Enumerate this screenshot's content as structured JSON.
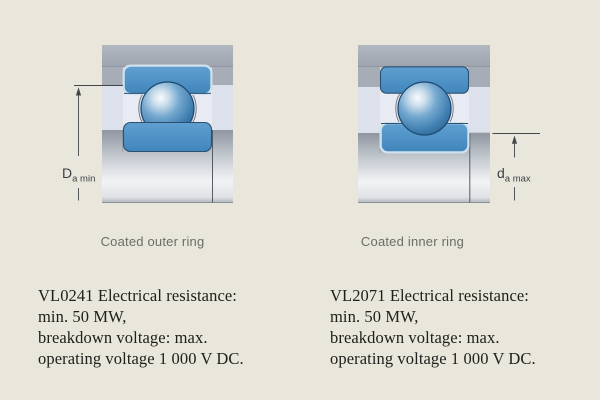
{
  "figures": [
    {
      "caption": "Coated outer ring",
      "dimension": {
        "symbol": "D",
        "subscript": "a min"
      },
      "description_lines": [
        "VL0241 Electrical resistance:",
        "min. 50 MW,",
        "breakdown voltage: max.",
        "operating voltage 1 000 V DC."
      ]
    },
    {
      "caption": "Coated inner ring",
      "dimension": {
        "symbol": "d",
        "subscript": "a max"
      },
      "description_lines": [
        "VL2071 Electrical resistance:",
        "min. 50 MW,",
        "breakdown voltage: max.",
        "operating voltage 1 000 V DC."
      ]
    }
  ],
  "colors": {
    "background": "#e9e7db",
    "bearing_ring_blue": "#4a90c5",
    "coating_highlight": "#cfe0ee",
    "housing_gray": "#a8aeb8",
    "bore_lavender": "#dde1eb",
    "cage_band_white": "#e8ebf3",
    "shaft_highlight": "#f2f3f5",
    "dimension_line": "#43474d",
    "caption_gray": "#6b6d66",
    "body_text": "#20201c"
  }
}
